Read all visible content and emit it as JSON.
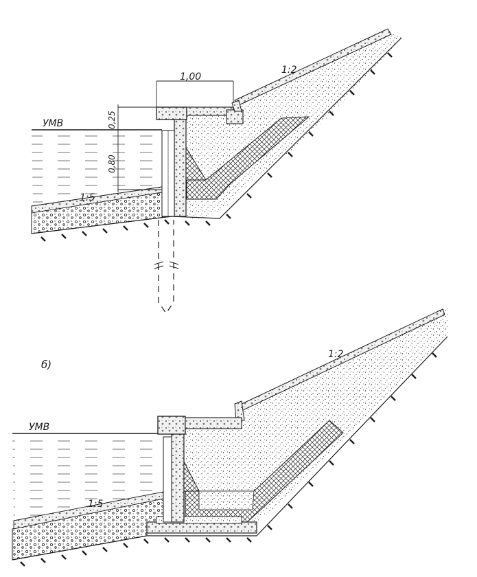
{
  "labels": {
    "top": {
      "level": "УМВ",
      "slope_upper": "1:2",
      "slope_lower": "1:5",
      "dim_width": "1,00",
      "dim_height_upper": "0,25",
      "dim_height_lower": "0,80"
    },
    "bottom": {
      "variant": "б)",
      "level": "УМВ",
      "slope_upper": "1:2",
      "slope_lower": "1:5"
    }
  },
  "colors": {
    "ink": "#1a1a1a",
    "paper": "#ffffff"
  }
}
